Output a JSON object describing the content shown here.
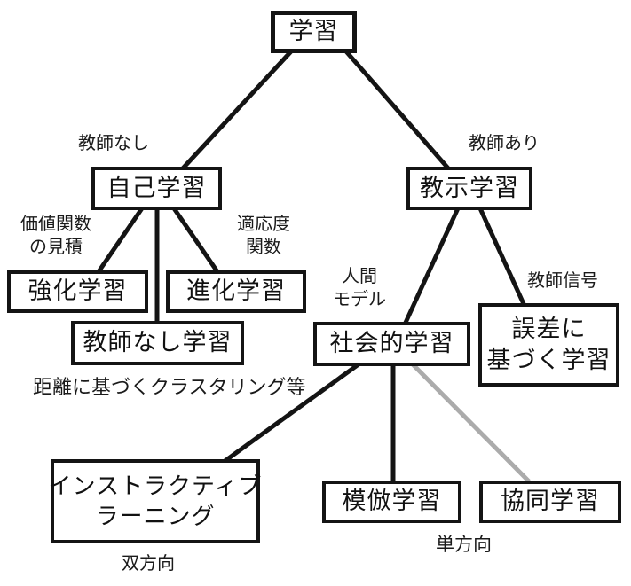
{
  "diagram": {
    "language": "ja",
    "type": "tree",
    "nodes": {
      "learning": {
        "label": "学習"
      },
      "self_learning": {
        "label": "自己学習"
      },
      "instructed": {
        "label": "教示学習"
      },
      "reinforcement": {
        "label": "強化学習"
      },
      "evolutionary": {
        "label": "進化学習"
      },
      "unsupervised": {
        "label": "教師なし学習"
      },
      "social": {
        "label": "社会的学習"
      },
      "error_based": {
        "line1": "誤差に",
        "line2": "基づく学習"
      },
      "instructive": {
        "line1": "インストラクティブ",
        "line2": "ラーニング"
      },
      "imitation": {
        "label": "模倣学習"
      },
      "cooperative": {
        "label": "協同学習"
      }
    },
    "annotations": {
      "no_teacher": "教師なし",
      "with_teacher": "教師あり",
      "value_function_line1": "価値関数",
      "value_function_line2": "の見積",
      "fitness_line1": "適応度",
      "fitness_line2": "関数",
      "human_model_line1": "人間",
      "human_model_line2": "モデル",
      "teacher_signal": "教師信号",
      "clustering_note": "距離に基づくクラスタリング等",
      "bidirectional": "双方向",
      "unidirectional": "単方向"
    },
    "edges": [
      {
        "from": "学習",
        "to": "自己学習",
        "style": "black"
      },
      {
        "from": "学習",
        "to": "教示学習",
        "style": "black"
      },
      {
        "from": "自己学習",
        "to": "強化学習",
        "style": "black"
      },
      {
        "from": "自己学習",
        "to": "教師なし学習",
        "style": "black"
      },
      {
        "from": "自己学習",
        "to": "進化学習",
        "style": "black"
      },
      {
        "from": "教示学習",
        "to": "社会的学習",
        "style": "black"
      },
      {
        "from": "教示学習",
        "to": "誤差に基づく学習",
        "style": "black"
      },
      {
        "from": "社会的学習",
        "to": "インストラクティブラーニング",
        "style": "black"
      },
      {
        "from": "社会的学習",
        "to": "模倣学習",
        "style": "black"
      },
      {
        "from": "社会的学習",
        "to": "協同学習",
        "style": "gray"
      }
    ],
    "colors": {
      "line": "#141414",
      "gray_line": "#ababab",
      "box_border": "#141414",
      "background": "#ffffff",
      "text": "#111111"
    }
  }
}
